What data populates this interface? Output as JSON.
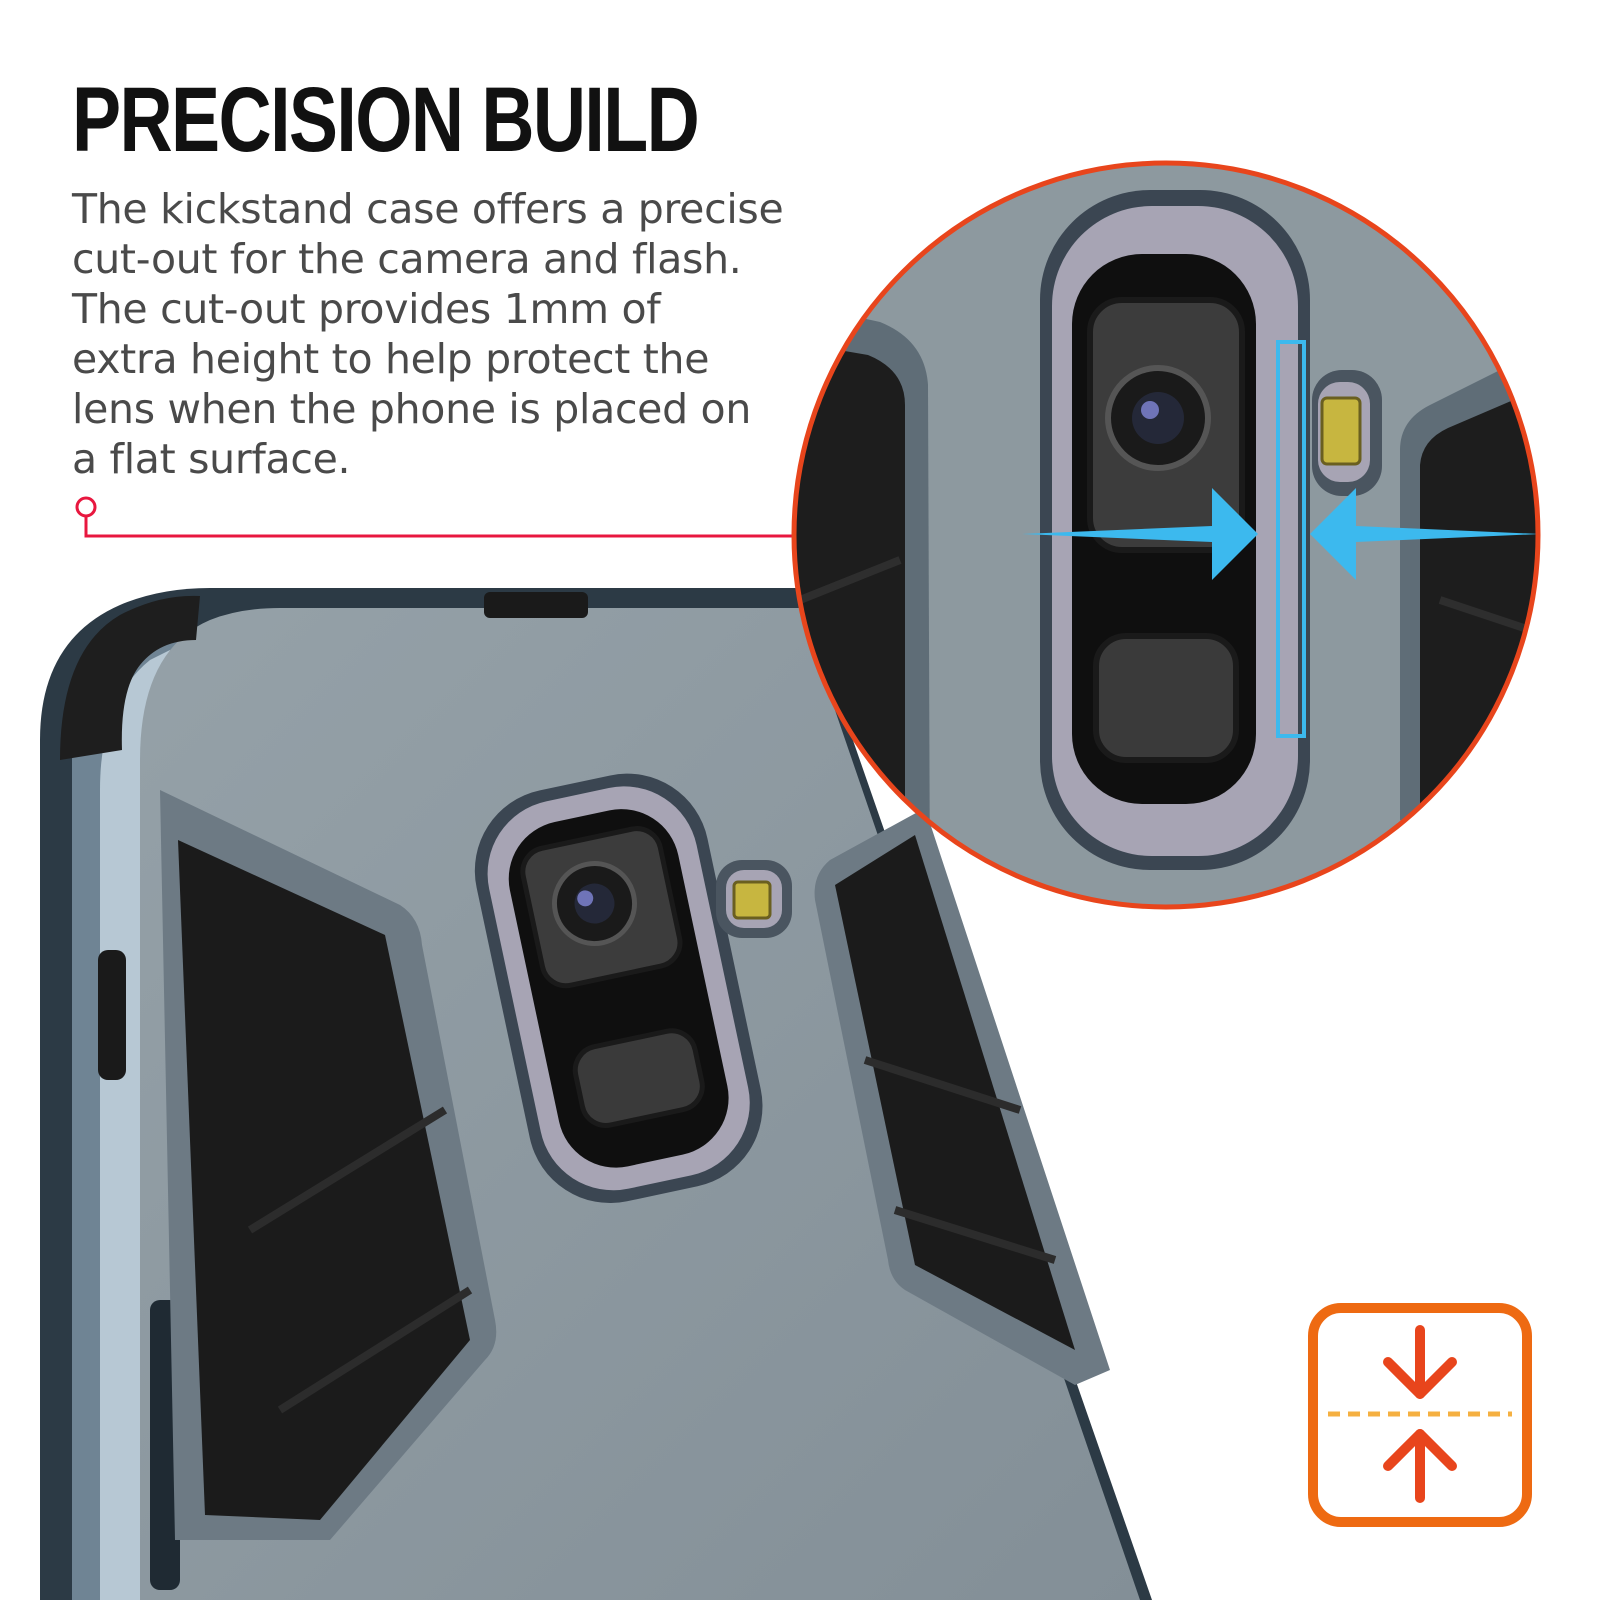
{
  "headline": "PRECISION BUILD",
  "description_lines": [
    "The kickstand case offers a precise",
    "cut-out for the camera and flash.",
    "The cut-out provides 1mm of",
    "extra height to help protect the",
    "lens when the phone is placed on",
    "a flat surface."
  ],
  "colors": {
    "headline": "#111111",
    "body_text": "#4a4a4a",
    "callout_line": "#e8173f",
    "zoom_ring": "#e8451c",
    "measure_arrows": "#3cb9ee",
    "badge_frame": "#ee6a12",
    "badge_arrows": "#e8451c",
    "badge_dash": "#f5b041",
    "case_body": "#8f9ba2",
    "case_edge": "#2c3a45",
    "camera_ring": "#a7a4b4"
  },
  "icons": {
    "callout": "pin-line-icon",
    "badge": "compress-arrows-icon"
  }
}
